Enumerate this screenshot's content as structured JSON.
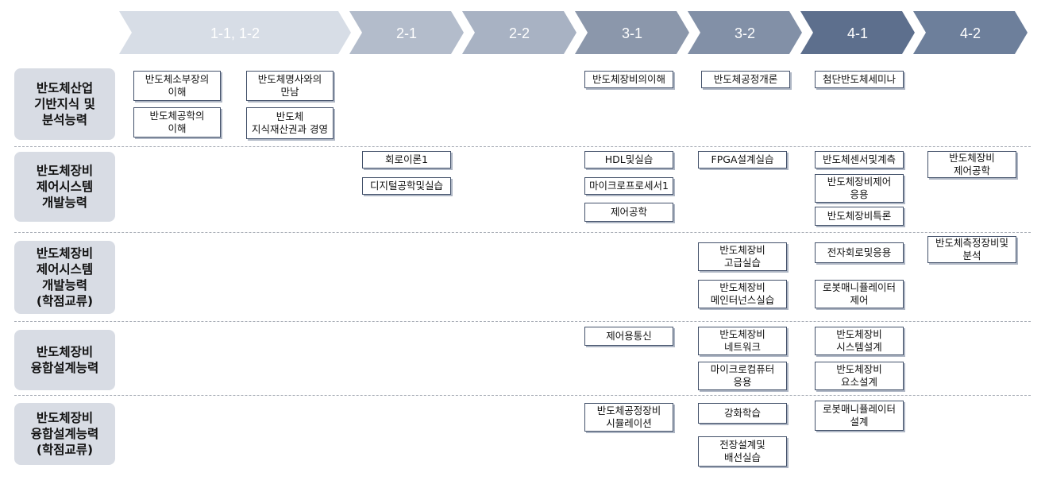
{
  "semesters": [
    "1-1, 1-2",
    "2-1",
    "2-2",
    "3-1",
    "3-2",
    "4-1",
    "4-2"
  ],
  "semester_colors": [
    "#d7dde6",
    "#b3bccb",
    "#a8b2c3",
    "#8b97ab",
    "#8290a7",
    "#5d6f8d",
    "#6d7f9b"
  ],
  "competencies": [
    "반도체산업\n기반지식 및\n분석능력",
    "반도체장비\n제어시스템\n개발능력",
    "반도체장비\n제어시스템\n개발능력\n(학점교류)",
    "반도체장비\n융합설계능력",
    "반도체장비\n융합설계능력\n(학점교류)"
  ],
  "courses": {
    "c1": "반도체소부장의\n이해",
    "c2": "반도체명사와의\n만남",
    "c3": "반도체공학의\n이해",
    "c4": "반도체\n지식재산권과 경영",
    "c5": "반도체장비의이해",
    "c6": "반도체공정개론",
    "c7": "첨단반도체세미나",
    "c8": "회로이론1",
    "c9": "디지털공학및실습",
    "c10": "HDL및실습",
    "c11": "마이크로프로세서1",
    "c12": "제어공학",
    "c13": "FPGA설계실습",
    "c14": "반도체센서및계측",
    "c15": "반도체장비제어\n응용",
    "c16": "반도체장비특론",
    "c17": "반도체장비\n제어공학",
    "c18": "반도체장비\n고급실습",
    "c19": "반도체장비\n메인터넌스실습",
    "c20": "전자회로및응용",
    "c21": "로봇매니퓰레이터\n제어",
    "c22": "반도체측정장비및\n분석",
    "c23": "제어용통신",
    "c24": "반도체장비\n네트워크",
    "c25": "마이크로컴퓨터\n응용",
    "c26": "반도체장비\n시스템설계",
    "c27": "반도체장비\n요소설계",
    "c28": "반도체공정장비\n시뮬레이션",
    "c29": "강화학습",
    "c30": "전장설계및\n배선실습",
    "c31": "로봇매니퓰레이터\n설계"
  }
}
